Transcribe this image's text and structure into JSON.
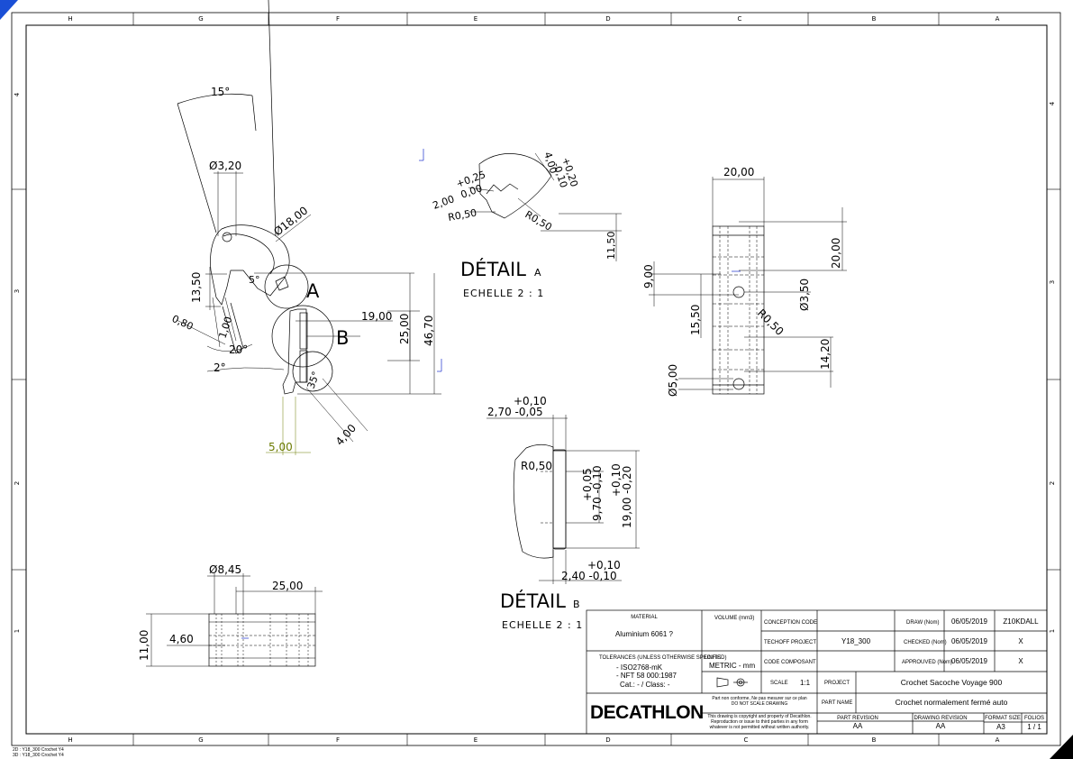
{
  "zones": {
    "columns": [
      "H",
      "G",
      "F",
      "E",
      "D",
      "C",
      "B",
      "A"
    ],
    "rows": [
      "4",
      "3",
      "2",
      "1"
    ]
  },
  "main_view": {
    "dims": {
      "angle_15": "15°",
      "dia_320": "Ø3,20",
      "dia_1800": "Ø18,00",
      "d1350": "13,50",
      "angle_5": "5°",
      "d080": "0,80",
      "d100": "1,00",
      "angle_20": "20°",
      "angle_2": "2°",
      "d1900": "19,00",
      "d2500": "25,00",
      "d4670": "46,70",
      "angle_35": "35°",
      "d400": "4,00",
      "d500": "5,00"
    },
    "label_a": "A",
    "label_b": "B"
  },
  "detail_a": {
    "title": "DÉTAIL",
    "letter": "A",
    "scale": "ECHELLE 2 : 1",
    "dims": {
      "tol_plus": "+0,25",
      "tol_zero": "0,00",
      "d200": "2,00",
      "r050a": "R0,50",
      "r050b": "R0,50",
      "d400": "4,00",
      "tol_p010": "+0,20",
      "tol_m010": "-0,10",
      "d1150": "11,50"
    }
  },
  "right_view": {
    "dims": {
      "d2000h": "20,00",
      "d2000v": "20,00",
      "d900": "9,00",
      "dia_350": "Ø3,50",
      "d1550": "15,50",
      "r050": "R0,50",
      "d1420": "14,20",
      "dia_500": "Ø5,00"
    }
  },
  "detail_b": {
    "title": "DÉTAIL",
    "letter": "B",
    "scale": "ECHELLE 2 : 1",
    "dims": {
      "tol_top": "+0,10",
      "d270": "2,70 -0,05",
      "r050": "R0,50",
      "d970a": "+0,05",
      "d970b": "9,70 -0,10",
      "d1900a": "+0,10",
      "d1900b": "19,00 -0,20",
      "tol_bot": "+0,10",
      "d240": "2,40 -0,10"
    }
  },
  "bottom_view": {
    "dims": {
      "dia_845": "Ø8,45",
      "d2500": "25,00",
      "d1100": "11,00",
      "d460": "4,60"
    }
  },
  "title_block": {
    "material_label": "MATERIAL",
    "material_value": "Aluminium 6061 ?",
    "volume_label": "VOLUME (mm3)",
    "conception_code_label": "CONCEPTION CODE",
    "techoff_label": "TECHOFF PROJECT",
    "techoff_value": "Y18_300",
    "code_compo_label": "CODE COMPOSANT",
    "scale_label": "SCALE",
    "scale_value": "1:1",
    "tolerances_label": "TOLERANCES (UNLESS OTHERWISE SPECIFIED)",
    "tol_line1": "- ISO2768-mK",
    "tol_line2": "- NFT 58 000:1987",
    "tol_line3": "Cat.: - / Class: -",
    "units_label": "UNITS",
    "units_value": "METRIC - mm",
    "draw_label": "DRAW (Nom)",
    "draw_date": "06/05/2019",
    "draw_name": "Z10KDALL",
    "checked_label": "CHECKED (Nom)",
    "checked_date": "06/05/2019",
    "checked_name": "X",
    "approved_label": "APPROUVED (Nom)",
    "approved_date": "06/05/2019",
    "approved_name": "X",
    "project_label": "PROJECT",
    "project_value": "Crochet Sacoche Voyage 900",
    "part_name_label": "PART NAME",
    "part_name_value": "Crochet normalement fermé auto",
    "logo_text": "DECATHLON",
    "do_not_scale": "Part non conforme, Ne pas mesurer sur ce plan",
    "do_not_scale2": "DO NOT SCALE DRAWING",
    "copyright": "This drawing is copyright and property of Decathlon.",
    "copyright2": "Reproduction or issue to third parties in any form",
    "copyright3": "whatever is not permitted without written authority.",
    "part_rev_label": "PART REVISION",
    "part_rev_value": "AA",
    "drawing_rev_label": "DRAWING REVISION",
    "drawing_rev_value": "AA",
    "format_label": "FORMAT SIZE",
    "format_value": "A3",
    "folios_label": "FOLIOS",
    "folios_value": "1 / 1"
  },
  "footer": {
    "file2d": "2D : Y18_300 Crochet Y4",
    "file3d": "3D : Y18_300 Crochet Y4"
  }
}
